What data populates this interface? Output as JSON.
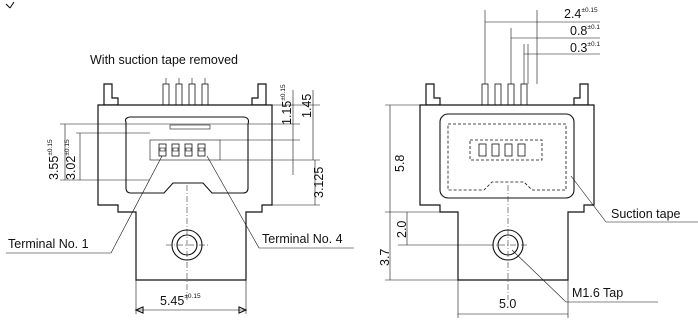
{
  "left_view": {
    "caption": "With suction tape removed",
    "terminal_1": "Terminal No. 1",
    "terminal_4": "Terminal No. 4",
    "dim_width": {
      "value": "5.45",
      "tol": "±0.15"
    },
    "dim_355": {
      "value": "3.55",
      "tol": "±0.15"
    },
    "dim_302": {
      "value": "3.02",
      "tol": "±0.15"
    },
    "dim_115": {
      "value": "1.15",
      "tol": "±0.15"
    },
    "dim_145": {
      "value": "1.45"
    },
    "dim_3125": {
      "value": "3.125"
    }
  },
  "right_view": {
    "suction_tape": "Suction tape",
    "tap": "M1.6 Tap",
    "dim_24": {
      "value": "2.4",
      "tol": "±0.15"
    },
    "dim_08": {
      "value": "0.8",
      "tol": "±0.1"
    },
    "dim_03": {
      "value": "0.3",
      "tol": "±0.1"
    },
    "dim_58": {
      "value": "5.8"
    },
    "dim_20": {
      "value": "2.0"
    },
    "dim_37": {
      "value": "3.7"
    },
    "dim_50": {
      "value": "5.0"
    }
  }
}
